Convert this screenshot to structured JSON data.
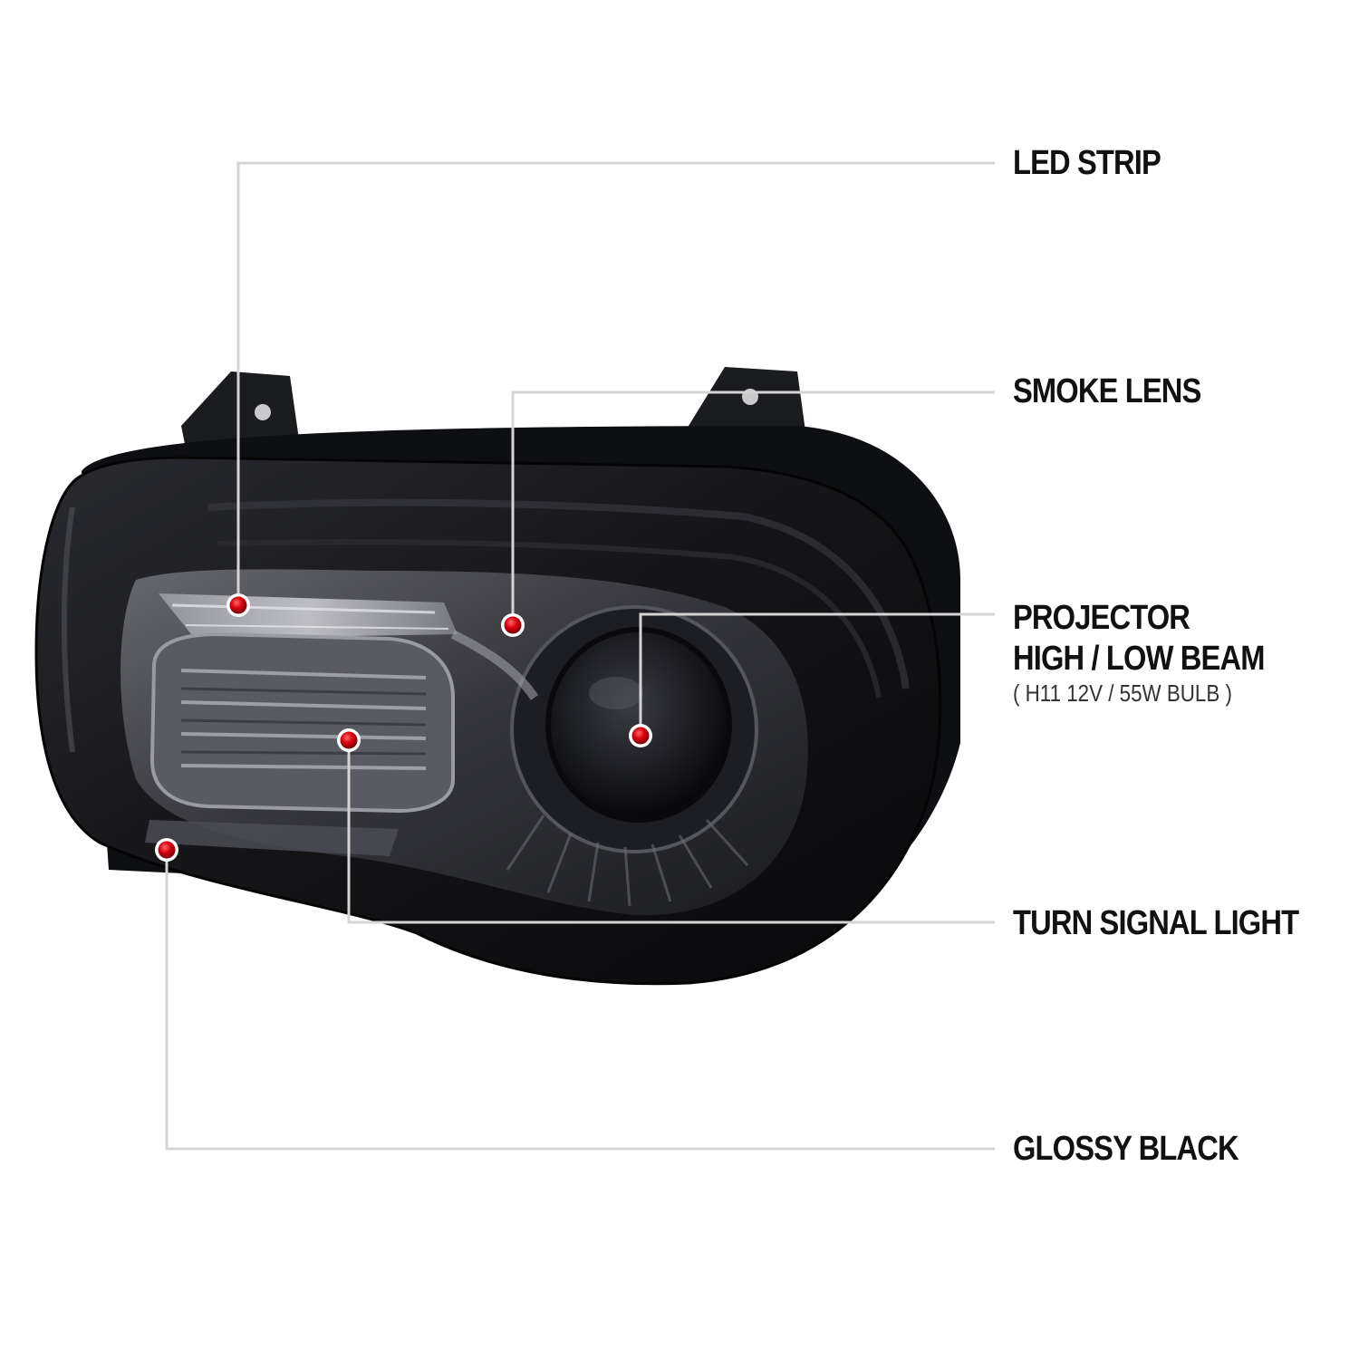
{
  "colors": {
    "leader_line": "#d4d4d4",
    "marker": "#d8000f",
    "housing": "#141417",
    "text": "#111111"
  },
  "callouts": [
    {
      "id": "led-strip",
      "lines": [
        "LED STRIP"
      ]
    },
    {
      "id": "smoke-lens",
      "lines": [
        "SMOKE LENS"
      ]
    },
    {
      "id": "projector",
      "lines": [
        "PROJECTOR",
        "HIGH / LOW BEAM"
      ],
      "sub": "( H11  12V / 55W  BULB )"
    },
    {
      "id": "turn-signal",
      "lines": [
        "TURN SIGNAL LIGHT"
      ]
    },
    {
      "id": "glossy-black",
      "lines": [
        "GLOSSY BLACK"
      ]
    }
  ]
}
